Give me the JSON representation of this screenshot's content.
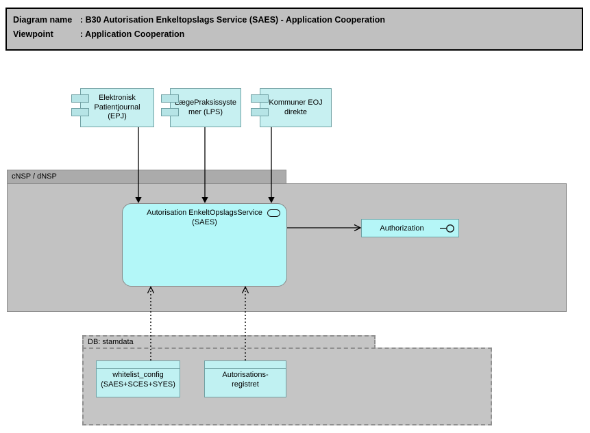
{
  "title_block": {
    "rows": [
      {
        "label": "Diagram name",
        "value": ": B30 Autorisation Enkeltopslags Service (SAES) - Application Cooperation"
      },
      {
        "label": "Viewpoint",
        "value": ": Application Cooperation"
      }
    ]
  },
  "components": [
    {
      "name": "Elektronisk Patientjournal (EPJ)",
      "lines": [
        "Elektronisk",
        "Patientjournal",
        "(EPJ)"
      ]
    },
    {
      "name": "LægePraksissystemer (LPS)",
      "lines": [
        "LægePraksissyste",
        "mer (LPS)"
      ]
    },
    {
      "name": "Kommuner EOJ direkte",
      "lines": [
        "Kommuner EOJ",
        "direkte"
      ]
    }
  ],
  "groups": {
    "nsp": {
      "label": "cNSP / dNSP"
    },
    "db": {
      "label": "DB: stamdata"
    }
  },
  "service": {
    "name": "Autorisation EnkeltOpslagsService (SAES)",
    "lines": [
      "Autorisation EnkeltOpslagsService",
      "(SAES)"
    ]
  },
  "interface": {
    "label": "Authorization"
  },
  "data_objects": [
    {
      "name": "whitelist_config (SAES+SCES+SYES)",
      "lines": [
        "whitelist_config",
        "(SAES+SCES+SYES)"
      ]
    },
    {
      "name": "Autorisations-registret",
      "lines": [
        "Autorisations-",
        "registret"
      ]
    }
  ],
  "colors": {
    "component_fill": "#c7f0f1",
    "service_fill": "#b3f7f8",
    "cyan_border": "#6fa0a3",
    "group_fill": "#c2c2c2",
    "group_header_fill": "#ababab",
    "group_border": "#8a8a8a",
    "title_fill": "#c0c0c0",
    "connector": "#000000"
  }
}
